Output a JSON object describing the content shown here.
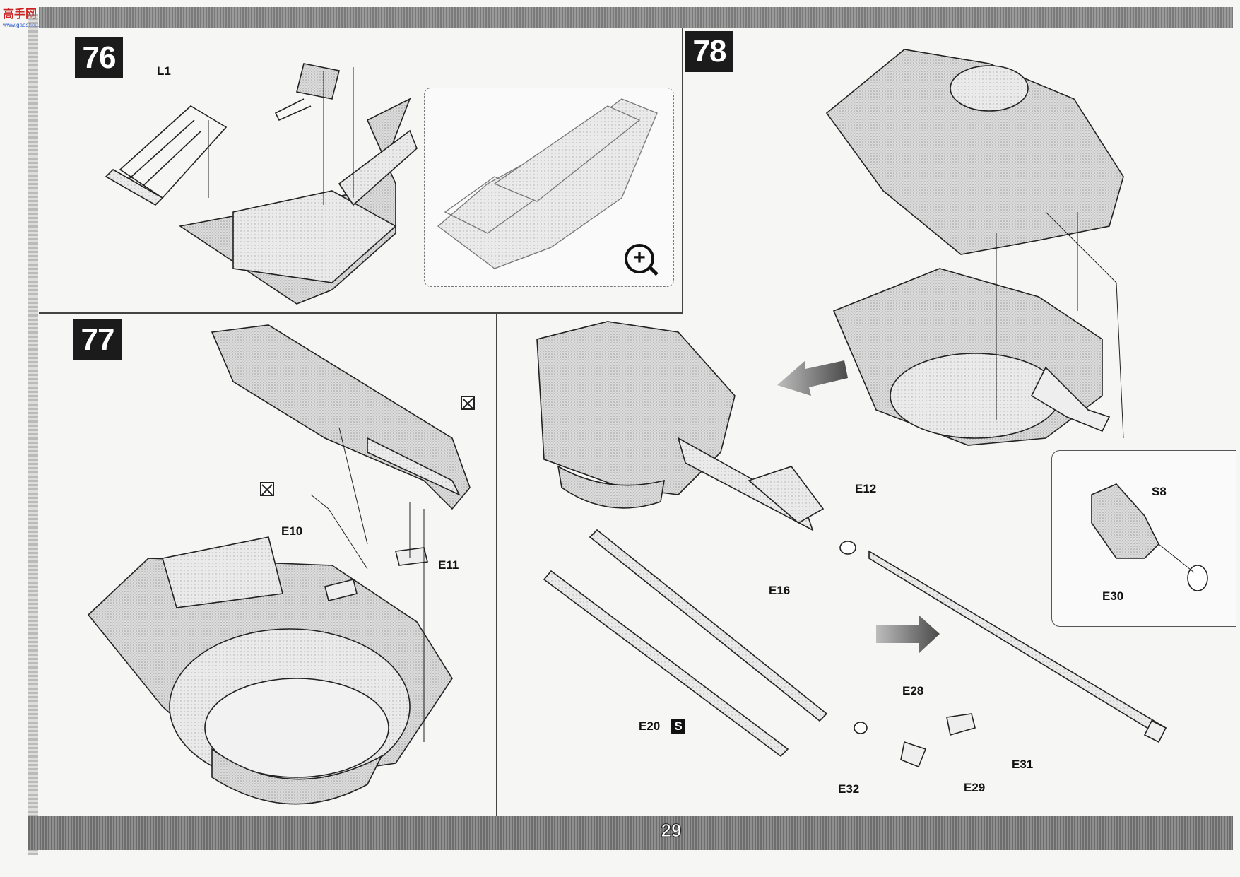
{
  "watermark": {
    "logo_text": "高手网",
    "logo_sub": "www.gaoshou.com"
  },
  "page_number": "29",
  "steps": [
    {
      "number": "76",
      "parts": [
        "L1"
      ]
    },
    {
      "number": "77",
      "parts": [
        "E10",
        "E11"
      ]
    },
    {
      "number": "78",
      "parts": [
        "E12",
        "E16",
        "E20",
        "E28",
        "E29",
        "E31",
        "E32",
        "S8",
        "E30"
      ]
    }
  ],
  "icons": {
    "zoom": "zoom-in-icon",
    "paint_flag": "paint-marker-icon",
    "sticker": "sticker-icon",
    "arrow_left": "direction-arrow-left-icon",
    "arrow_right": "direction-arrow-right-icon"
  },
  "labels": {
    "zoom_plus": "+",
    "s_mark": "S"
  }
}
